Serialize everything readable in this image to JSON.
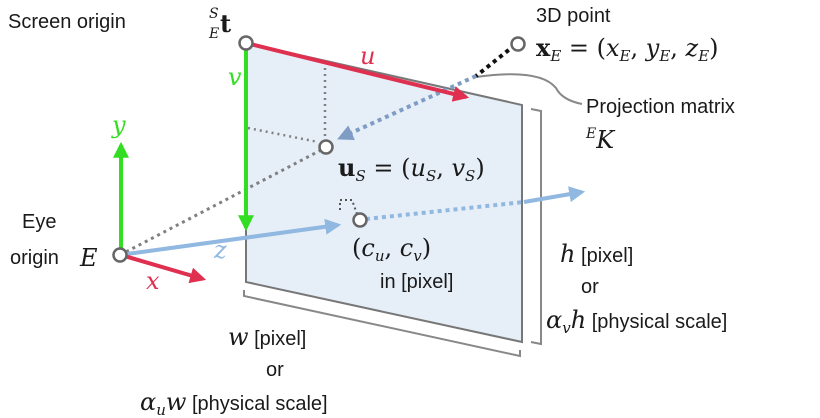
{
  "labels": {
    "screen_origin": "Screen origin",
    "screen_origin_sup": "S",
    "screen_origin_sub": "E",
    "screen_origin_sym": "t",
    "point_title": "3D point",
    "point_sym": "x",
    "point_sym_sub": "E",
    "point_eq_open": " = (",
    "point_x": "x",
    "point_x_sub": "E",
    "comma1": ", ",
    "point_y": "y",
    "point_y_sub": "E",
    "comma2": ", ",
    "point_z": "z",
    "point_z_sub": "E",
    "point_eq_close": ")",
    "projection": "Projection matrix",
    "proj_sup": "E",
    "proj_sym": "K",
    "u_axis": "u",
    "v_axis": "v",
    "y_axis": "y",
    "x_axis": "x",
    "z_axis": "z",
    "us_sym": "u",
    "us_sub": "S",
    "us_eq_open": " = (",
    "us_u": "u",
    "us_u_sub": "S",
    "us_comma": ", ",
    "us_v": "v",
    "us_v_sub": "S",
    "us_close": ")",
    "eye1": "Eye",
    "eye2": "origin",
    "eye_sym": "E",
    "c_open": "(",
    "c_u": "c",
    "c_u_sub": "u",
    "c_comma": ", ",
    "c_v": "c",
    "c_v_sub": "v",
    "c_close": ")",
    "c_unit": "in [pixel]",
    "h_sym": "h",
    "h_unit": " [pixel]",
    "h_or": "or",
    "ah_alpha": "α",
    "ah_sub": "v",
    "ah_h": "h",
    "ah_unit": " [physical scale]",
    "w_sym": "w",
    "w_unit": " [pixel]",
    "w_or": "or",
    "aw_alpha": "α",
    "aw_sub": "u",
    "aw_w": "w",
    "aw_unit": " [physical scale]"
  },
  "colors": {
    "red": "#e03050",
    "green": "#33dd22",
    "light_blue": "#90b8e0",
    "dark_blue": "#7f9cc4",
    "dotted_gray": "#808080",
    "plane_fill": "#e6eef8",
    "plane_edge": "#777777"
  }
}
